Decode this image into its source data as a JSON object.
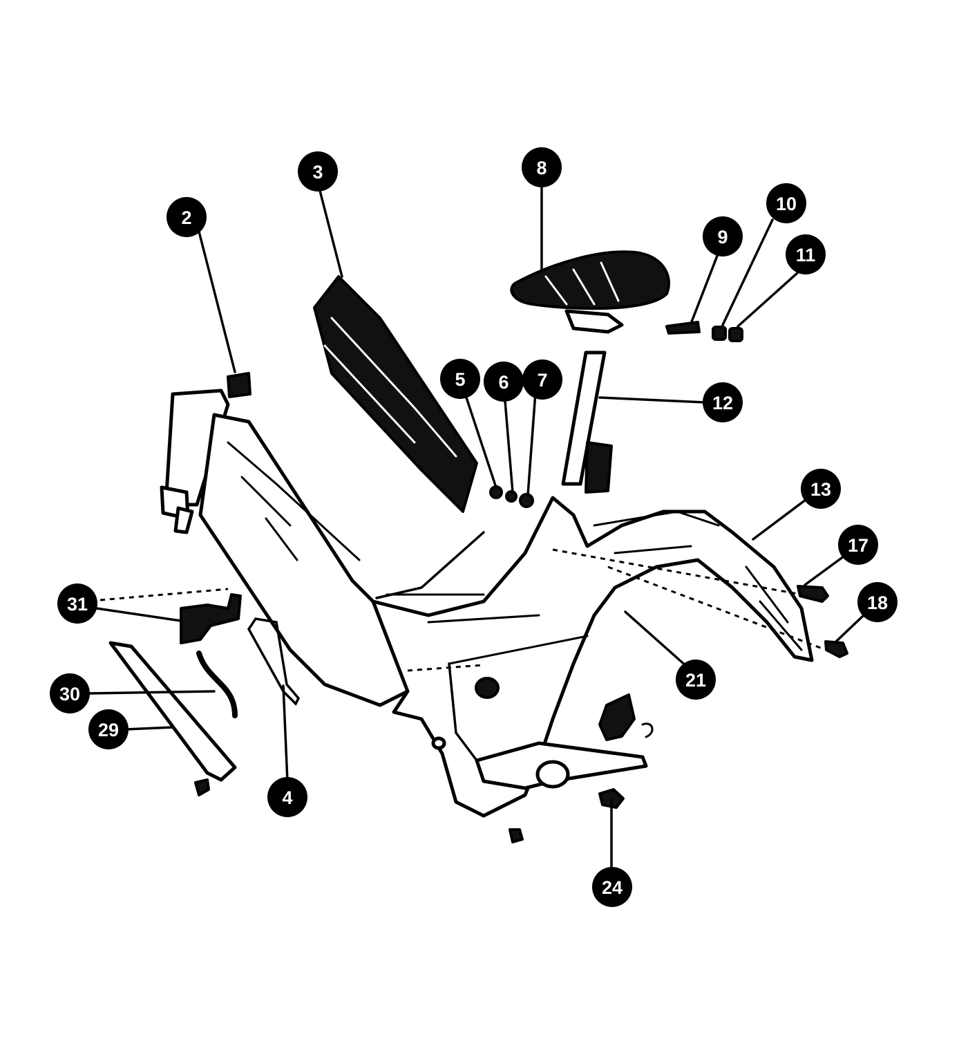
{
  "colors": {
    "ink": "#000000",
    "paper": "#ffffff",
    "callout_fill": "#000000",
    "callout_text": "#ffffff"
  },
  "callouts": [
    {
      "key": "c2",
      "label": "2"
    },
    {
      "key": "c3",
      "label": "3"
    },
    {
      "key": "c4",
      "label": "4"
    },
    {
      "key": "c5",
      "label": "5"
    },
    {
      "key": "c6",
      "label": "6"
    },
    {
      "key": "c7",
      "label": "7"
    },
    {
      "key": "c8",
      "label": "8"
    },
    {
      "key": "c9",
      "label": "9"
    },
    {
      "key": "c10",
      "label": "10"
    },
    {
      "key": "c11",
      "label": "11"
    },
    {
      "key": "c12",
      "label": "12"
    },
    {
      "key": "c13",
      "label": "13"
    },
    {
      "key": "c17",
      "label": "17"
    },
    {
      "key": "c18",
      "label": "18"
    },
    {
      "key": "c21",
      "label": "21"
    },
    {
      "key": "c24",
      "label": "24"
    },
    {
      "key": "c29",
      "label": "29"
    },
    {
      "key": "c30",
      "label": "30"
    },
    {
      "key": "c31",
      "label": "31"
    }
  ]
}
